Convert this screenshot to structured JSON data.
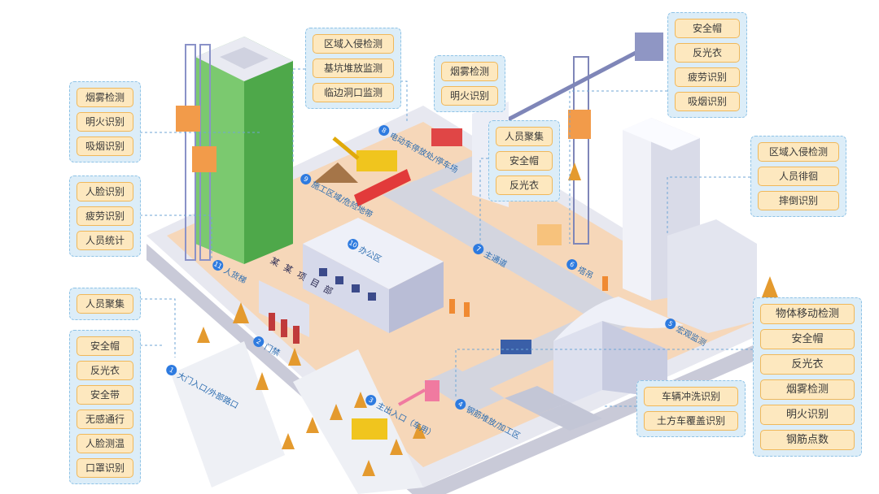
{
  "colors": {
    "ground": "#f6d7b9",
    "road": "#d3d5df",
    "platform": "#e7e8f0",
    "green_building": "#5fb85a",
    "panel_bg": "#dcedf8",
    "tag_bg": "#fde8bf",
    "tag_border": "#f0b85a",
    "label_blue": "#2b6cb0"
  },
  "signboard_text": "某 某 项 目 部",
  "panels": {
    "left_top": [
      "烟雾检测",
      "明火识别",
      "吸烟识别"
    ],
    "left_mid": [
      "人脸识别",
      "疲劳识别",
      "人员统计"
    ],
    "left_single": [
      "人员聚集"
    ],
    "left_bottom": [
      "安全帽",
      "反光衣",
      "安全带",
      "无感通行",
      "人脸测温",
      "口罩识别"
    ],
    "top_mid": [
      "区域入侵检测",
      "基坑堆放监测",
      "临边洞口监测"
    ],
    "top_smoke": [
      "烟雾检测",
      "明火识别"
    ],
    "crane": [
      "安全帽",
      "反光衣",
      "疲劳识别",
      "吸烟识别"
    ],
    "center": [
      "人员聚集",
      "安全帽",
      "反光衣"
    ],
    "right_mid": [
      "区域入侵检测",
      "人员徘徊",
      "摔倒识别"
    ],
    "right_bottom": [
      "物体移动检测",
      "安全帽",
      "反光衣",
      "烟雾检测",
      "明火识别",
      "钢筋点数"
    ],
    "bottom_vehicle": [
      "车辆冲洗识别",
      "土方车覆盖识别"
    ]
  },
  "zones": [
    {
      "num": "1",
      "label": "大门入口/外部路口"
    },
    {
      "num": "2",
      "label": "门禁"
    },
    {
      "num": "3",
      "label": "主出入口（车用）"
    },
    {
      "num": "4",
      "label": "钢筋堆放/加工区"
    },
    {
      "num": "5",
      "label": "宏观监测"
    },
    {
      "num": "6",
      "label": "塔吊"
    },
    {
      "num": "7",
      "label": "主通道"
    },
    {
      "num": "8",
      "label": "电动车停放处/停车场"
    },
    {
      "num": "9",
      "label": "施工区域/危险地带"
    },
    {
      "num": "10",
      "label": "办公区"
    },
    {
      "num": "11",
      "label": "人货梯"
    }
  ]
}
